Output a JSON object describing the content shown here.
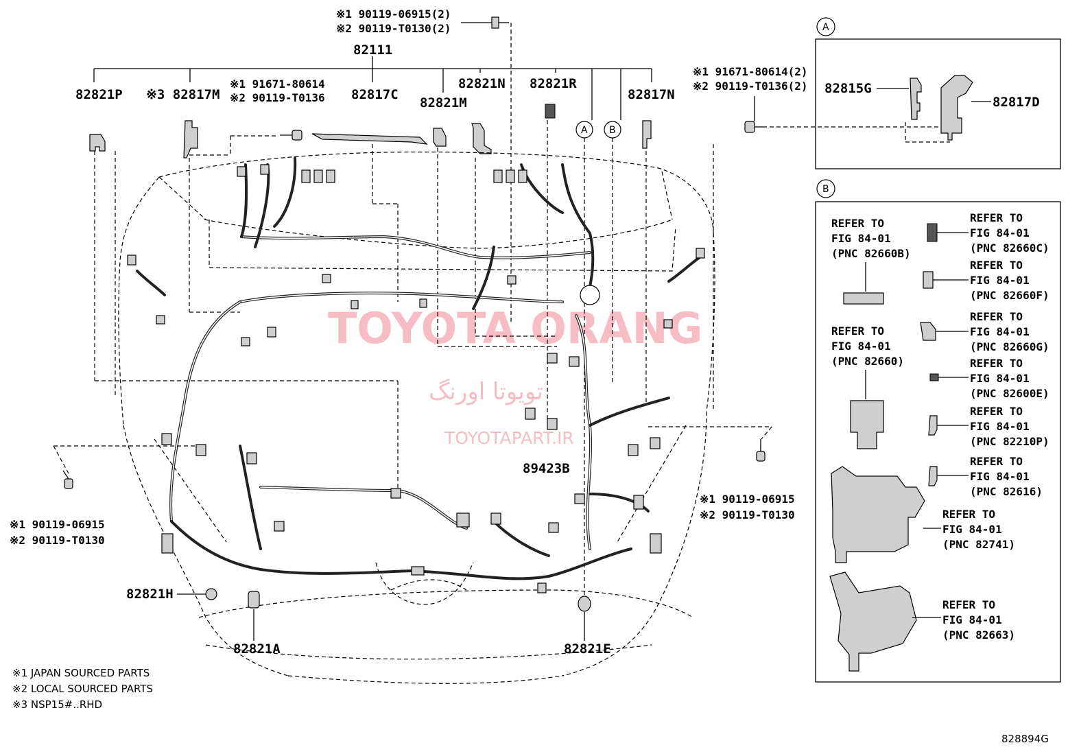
{
  "figure_code": "828894G",
  "main_part": "82111",
  "watermark": {
    "brand": "TOYOTA ORANG",
    "brand_fa": "تویوتا اورنگ",
    "site": "TOYOTAPART.IR"
  },
  "callouts": {
    "top_bolt_1": "※1 90119-06915(2)",
    "top_bolt_2": "※2 90119-T0130(2)",
    "mid_bolt_1": "※1 91671-80614",
    "mid_bolt_2": "※2 90119-T0136",
    "right_bolt_1": "※1 90119-06915",
    "right_bolt_2": "※2 90119-T0130",
    "left_bolt_1": "※1 90119-06915",
    "left_bolt_2": "※2 90119-T0130"
  },
  "labels": {
    "p82821P": "82821P",
    "p82817M": "※3 82817M",
    "p82817C": "82817C",
    "p82821M": "82821M",
    "p82821N": "82821N",
    "p82821R": "82821R",
    "p82817N": "82817N",
    "p89423B": "89423B",
    "p82821H": "82821H",
    "p82821A": "82821A",
    "p82821E": "82821E",
    "circle_a": "A",
    "circle_b": "B"
  },
  "notes": [
    "※1 JAPAN SOURCED PARTS",
    "※2 LOCAL SOURCED PARTS",
    "※3 NSP15#..RHD"
  ],
  "panel_a": {
    "tag": "A",
    "bolt_1": "※1 91671-80614(2)",
    "bolt_2": "※2 90119-T0136(2)",
    "part_left": "82815G",
    "part_right": "82817D"
  },
  "panel_b": {
    "tag": "B",
    "refs": [
      {
        "line1": "REFER TO",
        "line2": "FIG 84-01",
        "line3": "(PNC 82660B)"
      },
      {
        "line1": "REFER TO",
        "line2": "FIG 84-01",
        "line3": "(PNC 82660)"
      },
      {
        "line1": "REFER TO",
        "line2": "FIG 84-01",
        "line3": "(PNC 82660C)"
      },
      {
        "line1": "REFER TO",
        "line2": "FIG 84-01",
        "line3": "(PNC 82660F)"
      },
      {
        "line1": "REFER TO",
        "line2": "FIG 84-01",
        "line3": "(PNC 82660G)"
      },
      {
        "line1": "REFER TO",
        "line2": "FIG 84-01",
        "line3": "(PNC 82600E)"
      },
      {
        "line1": "REFER TO",
        "line2": "FIG 84-01",
        "line3": "(PNC 82210P)"
      },
      {
        "line1": "REFER TO",
        "line2": "FIG 84-01",
        "line3": "(PNC 82616)"
      },
      {
        "line1": "REFER TO",
        "line2": "FIG 84-01",
        "line3": "(PNC 82741)"
      },
      {
        "line1": "REFER TO",
        "line2": "FIG 84-01",
        "line3": "(PNC 82663)"
      }
    ]
  }
}
